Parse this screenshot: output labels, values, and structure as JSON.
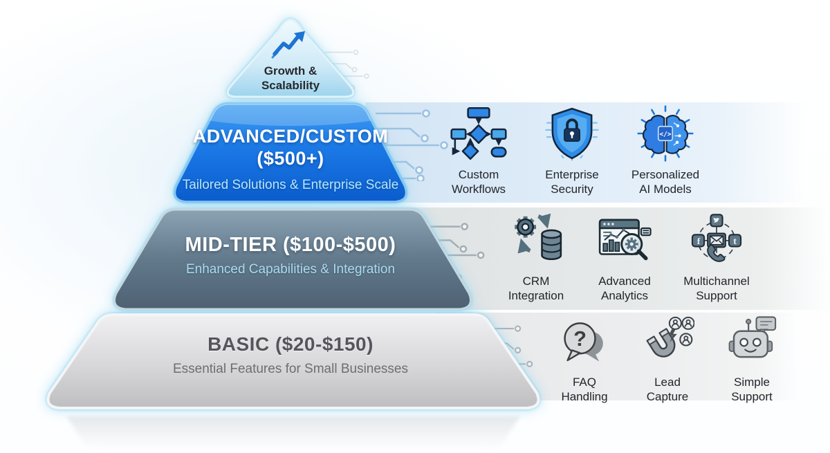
{
  "pyramid": {
    "apex": {
      "icon": "growth-arrow-icon",
      "label_line1": "Growth &",
      "label_line2": "Scalability"
    },
    "tiers": [
      {
        "name": "advanced",
        "title_line1": "ADVANCED/CUSTOM",
        "title_line2": "($500+)",
        "subtitle": "Tailored Solutions & Enterprise Scale",
        "color": "#1472e0"
      },
      {
        "name": "mid",
        "title": "MID-TIER ($100-$500)",
        "subtitle": "Enhanced Capabilities & Integration",
        "color": "#5d7588"
      },
      {
        "name": "basic",
        "title": "BASIC ($20-$150)",
        "subtitle": "Essential Features for Small Businesses",
        "color": "#d3d3d5"
      }
    ]
  },
  "feature_rows": [
    {
      "tier": "advanced",
      "band_color": "#d9e8f6",
      "items": [
        {
          "icon": "custom-workflows-icon",
          "label_line1": "Custom",
          "label_line2": "Workflows"
        },
        {
          "icon": "enterprise-security-icon",
          "label_line1": "Enterprise",
          "label_line2": "Security"
        },
        {
          "icon": "personalized-ai-icon",
          "label_line1": "Personalized",
          "label_line2": "AI Models"
        }
      ]
    },
    {
      "tier": "mid",
      "band_color": "#e3e6e6",
      "items": [
        {
          "icon": "crm-integration-icon",
          "label_line1": "CRM",
          "label_line2": "Integration"
        },
        {
          "icon": "advanced-analytics-icon",
          "label_line1": "Advanced",
          "label_line2": "Analytics"
        },
        {
          "icon": "multichannel-support-icon",
          "label_line1": "Multichannel",
          "label_line2": "Support"
        }
      ]
    },
    {
      "tier": "basic",
      "band_color": "#ebecec",
      "items": [
        {
          "icon": "faq-handling-icon",
          "label_line1": "FAQ",
          "label_line2": "Handling"
        },
        {
          "icon": "lead-capture-icon",
          "label_line1": "Lead",
          "label_line2": "Capture"
        },
        {
          "icon": "simple-support-icon",
          "label_line1": "Simple",
          "label_line2": "Support"
        }
      ]
    }
  ],
  "colors": {
    "advanced_blue": "#1472e0",
    "advanced_blue_light": "#41a0f2",
    "mid_slate": "#5d7588",
    "basic_gray": "#d3d3d5",
    "glow_cyan": "#8fd4ee",
    "apex_triangle": "#bfe4f5",
    "icon_blue": "#2e86e6",
    "icon_slate": "#5f7787",
    "icon_gray": "#9aa1a7",
    "label_dark": "#22252a"
  }
}
